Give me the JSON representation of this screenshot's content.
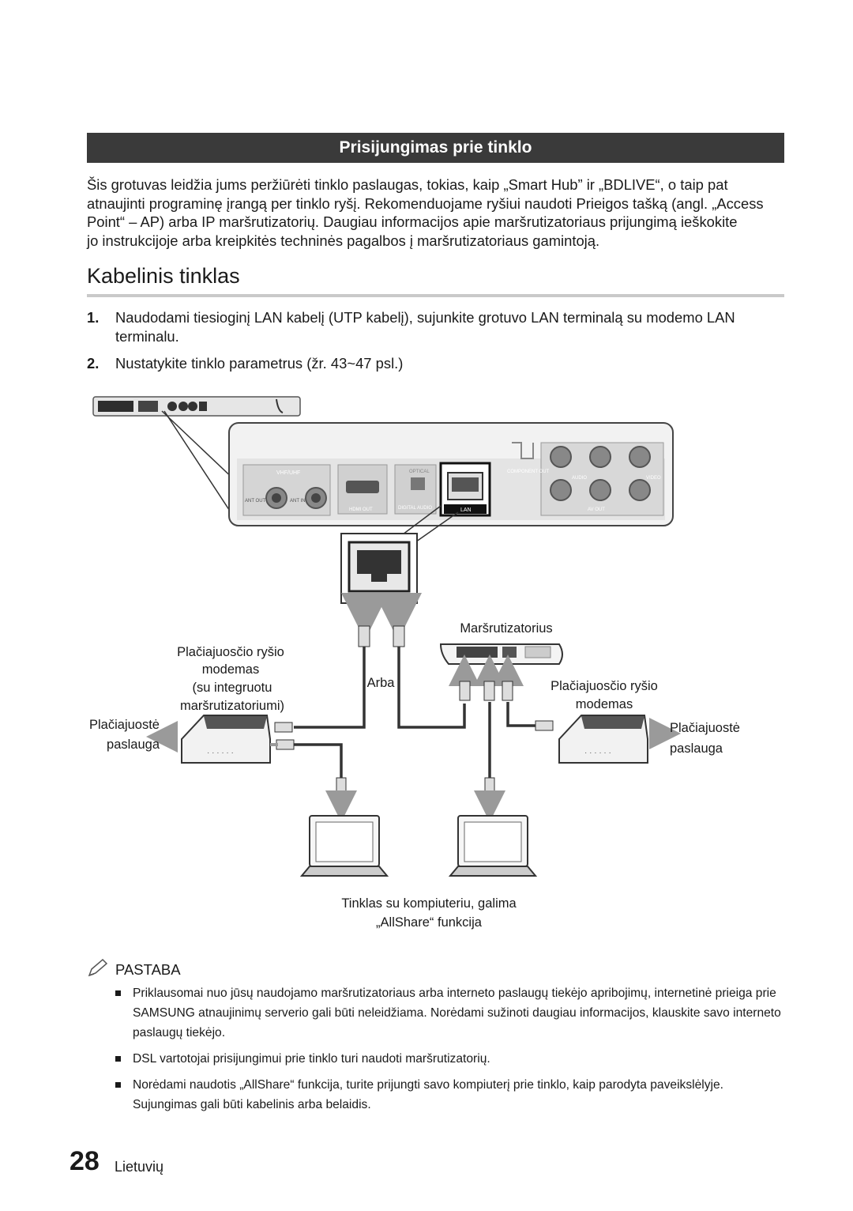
{
  "section": {
    "title": "Prisijungimas prie tinklo",
    "intro_lines": [
      "Šis grotuvas leidžia jums peržiūrėti tinklo paslaugas, tokias, kaip „Smart Hub” ir „BDLIVE“, o taip pat",
      "atnaujinti programinę įrangą per tinklo ryšį. Rekomenduojame ryšiui naudoti Prieigos tašką (angl. „Access",
      "Point“ – AP) arba IP maršrutizatorių. Daugiau informacijos apie maršrutizatoriaus prijungimą ieškokite",
      "jo instrukcijoje arba kreipkitės techninės pagalbos į maršrutizatoriaus gamintoją."
    ]
  },
  "heading": "Kabelinis tinklas",
  "steps": [
    {
      "num": "1.",
      "lines": [
        "Naudodami tiesioginį LAN kabelį (UTP kabelį), sujunkite grotuvo LAN terminalą su modemo LAN",
        "terminalu."
      ]
    },
    {
      "num": "2.",
      "lines": [
        "Nustatykite tinklo parametrus (žr. 43~47 psl.)"
      ]
    }
  ],
  "diagram": {
    "panel": {
      "vhf": "VHF/UHF",
      "ant_out": "ANT OUT",
      "ant_in": "ANT IN",
      "hdmi": "HDMI OUT",
      "optical": "OPTICAL",
      "digital": "DIGITAL AUDIO",
      "lan": "LAN",
      "component": "COMPONENT OUT",
      "audio": "AUDIO",
      "video": "VIDEO",
      "av_out": "AV OUT"
    },
    "modem_left": [
      "Plačiajuosčio ryšio",
      "modemas",
      "(su integruotu",
      "maršrutizatoriumi)"
    ],
    "service_left": [
      "Plačiajuostė",
      "paslauga"
    ],
    "arba": "Arba",
    "router": "Maršrutizatorius",
    "modem_right": [
      "Plačiajuosčio ryšio",
      "modemas"
    ],
    "service_right": [
      "Plačiajuostė",
      "paslauga"
    ],
    "caption": [
      "Tinklas su kompiuteriu, galima",
      "„AllShare“ funkcija"
    ]
  },
  "note": {
    "title": "PASTABA",
    "items": [
      [
        "Priklausomai nuo jūsų naudojamo maršrutizatoriaus arba interneto paslaugų tiekėjo apribojimų, internetinė prieiga prie",
        "SAMSUNG atnaujinimų serverio gali būti neleidžiama. Norėdami sužinoti daugiau informacijos, klauskite savo interneto",
        "paslaugų tiekėjo."
      ],
      [
        "DSL vartotojai prisijungimui prie tinklo turi naudoti maršrutizatorių."
      ],
      [
        "Norėdami naudotis „AllShare“ funkcija, turite prijungti savo kompiuterį prie tinklo, kaip parodyta paveikslėlyje.",
        "Sujungimas gali būti kabelinis arba belaidis."
      ]
    ]
  },
  "footer": {
    "page_number": "28",
    "language": "Lietuvių"
  }
}
